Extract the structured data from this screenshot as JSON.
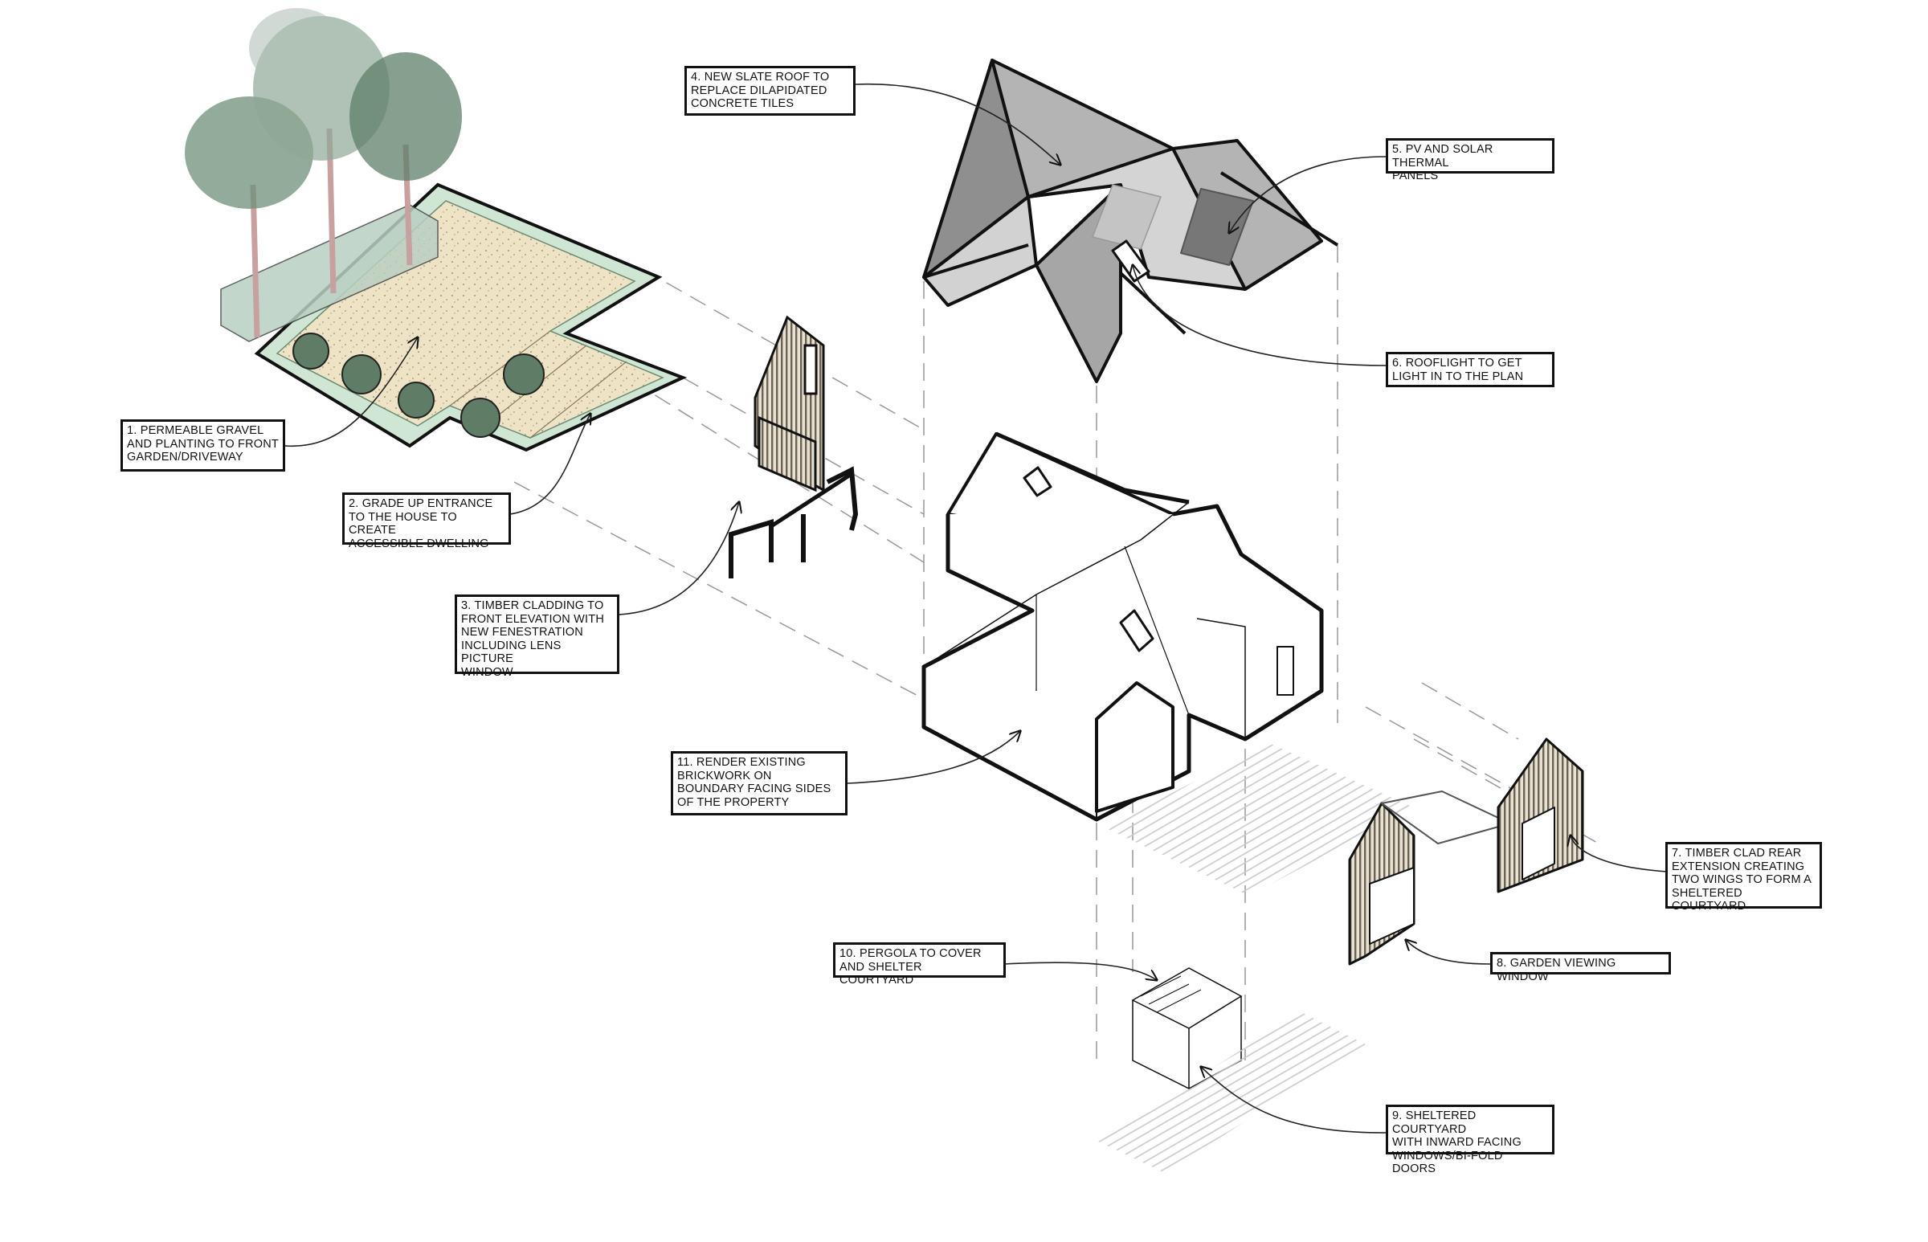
{
  "annotations": [
    {
      "id": "a1",
      "text": "1. PERMEABLE GRAVEL\nAND PLANTING TO FRONT\nGARDEN/DRIVEWAY"
    },
    {
      "id": "a2",
      "text": "2. GRADE UP ENTRANCE\nTO THE HOUSE TO CREATE\nACCESSIBLE DWELLING"
    },
    {
      "id": "a3",
      "text": "3. TIMBER CLADDING TO\nFRONT ELEVATION WITH\nNEW FENESTRATION\nINCLUDING LENS PICTURE\nWINDOW"
    },
    {
      "id": "a4",
      "text": "4. NEW SLATE ROOF TO\nREPLACE DILAPIDATED\nCONCRETE TILES"
    },
    {
      "id": "a5",
      "text": "5. PV AND SOLAR THERMAL\nPANELS"
    },
    {
      "id": "a6",
      "text": "6. ROOFLIGHT TO GET\nLIGHT IN TO THE PLAN"
    },
    {
      "id": "a7",
      "text": "7. TIMBER CLAD REAR\nEXTENSION CREATING\nTWO WINGS TO FORM A\nSHELTERED COURTYARD"
    },
    {
      "id": "a8",
      "text": "8. GARDEN VIEWING WINDOW"
    },
    {
      "id": "a9",
      "text": "9. SHELTERED COURTYARD\nWITH INWARD FACING\nWINDOWS/BI-FOLD DOORS"
    },
    {
      "id": "a10",
      "text": "10. PERGOLA TO COVER\nAND SHELTER COURTYARD"
    },
    {
      "id": "a11",
      "text": "11. RENDER EXISTING\nBRICKWORK ON\nBOUNDARY FACING SIDES\nOF THE PROPERTY"
    }
  ],
  "colors": {
    "line": "#111111",
    "roof_dark": "#8f8f8f",
    "roof_mid": "#b4b4b4",
    "roof_light": "#d2d2d2",
    "panel": "#777777",
    "gravel": "#efe3c6",
    "planting": "#cfe6d4",
    "timber": "#9c8f79",
    "foliage": "#6f8f78",
    "trunk": "#c8a0a0"
  }
}
